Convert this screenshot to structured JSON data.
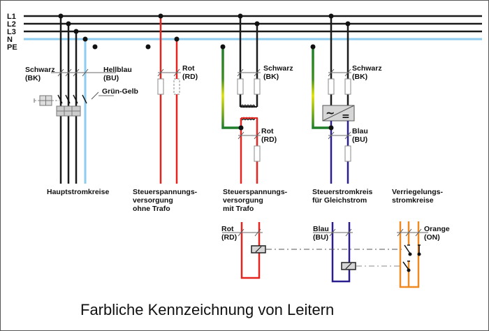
{
  "title": "Farbliche Kennzeichnung von Leitern",
  "colors": {
    "black": "#1a1a1a",
    "lightblue": "#8ecdf0",
    "green": "#1e7d2a",
    "yellow": "#e8e000",
    "red": "#e52420",
    "darkblue": "#2a1f8f",
    "orange": "#ef8a22",
    "gray": "#888888"
  },
  "buses": [
    {
      "label": "L1",
      "color": "black"
    },
    {
      "label": "L2",
      "color": "black"
    },
    {
      "label": "L3",
      "color": "black"
    },
    {
      "label": "N",
      "color": "lightblue"
    },
    {
      "label": "PE",
      "color": "green-yellow"
    }
  ],
  "circuits": [
    {
      "name": "Hauptstromkreise",
      "caption": [
        "Hauptstromkreise"
      ],
      "labels": {
        "black": [
          "Schwarz",
          "(BK)"
        ],
        "lightblue": [
          "Hellblau",
          "(BU)"
        ],
        "pe": "Grün-Gelb"
      }
    },
    {
      "name": "Steuerspannungsversorgung ohne Trafo",
      "caption": [
        "Steuerspannungs-",
        "versorgung",
        "ohne Trafo"
      ],
      "labels": {
        "red": [
          "Rot",
          "(RD)"
        ]
      }
    },
    {
      "name": "Steuerspannungsversorgung mit Trafo",
      "caption": [
        "Steuerspannungs-",
        "versorgung",
        "mit Trafo"
      ],
      "labels": {
        "black": [
          "Schwarz",
          "(BK)"
        ],
        "red": [
          "Rot",
          "(RD)"
        ]
      }
    },
    {
      "name": "Steuerstromkreis für Gleichstrom",
      "caption": [
        "Steuerstromkreis",
        "für Gleichstrom"
      ],
      "labels": {
        "black": [
          "Schwarz",
          "(BK)"
        ],
        "blue": [
          "Blau",
          "(BU)"
        ]
      }
    },
    {
      "name": "Verriegelungsstromkreise",
      "caption": [
        "Verriegelungs-",
        "stromkreise"
      ],
      "labels": {
        "orange": [
          "Orange",
          "(ON)"
        ]
      }
    }
  ],
  "lower": {
    "red": [
      "Rot",
      "(RD)"
    ],
    "blue": [
      "Blau",
      "(BU)"
    ],
    "orange": [
      "Orange",
      "(ON)"
    ]
  },
  "converter_symbols": {
    "ac": "~",
    "dc": "="
  }
}
